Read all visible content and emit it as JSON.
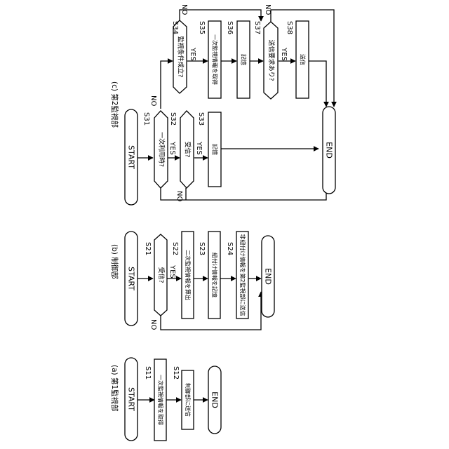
{
  "panel_a": {
    "caption": "(a) 第1監視部",
    "start": "START",
    "end": "END",
    "steps": {
      "s11": {
        "code": "S11",
        "text": "一次監視情報を取得"
      },
      "s12": {
        "code": "S12",
        "text": "制御部に送信"
      }
    }
  },
  "panel_b": {
    "caption": "(b) 制御部",
    "start": "START",
    "end": "END",
    "steps": {
      "s21": {
        "code": "S21",
        "text": "受信?"
      },
      "s22": {
        "code": "S22",
        "text": "二次監視情報を算出"
      },
      "s23": {
        "code": "S23",
        "text": "紐付け情報を記憶"
      },
      "s24": {
        "code": "S24",
        "text": "非紐付け情報を第2監視部に送信"
      }
    },
    "yes": "YES",
    "no": "NO"
  },
  "panel_c": {
    "caption": "(c) 第2監視部",
    "start": "START",
    "end": "END",
    "steps": {
      "s31": {
        "code": "S31",
        "text": "一次利用時?"
      },
      "s32": {
        "code": "S32",
        "text": "受信?"
      },
      "s33": {
        "code": "S33",
        "text": "記憶"
      },
      "s34": {
        "code": "S34",
        "text": "監視条件成立?"
      },
      "s35": {
        "code": "S35",
        "text": "一次監視情報を取得"
      },
      "s36": {
        "code": "S36",
        "text": "記憶"
      },
      "s37": {
        "code": "S37",
        "text": "送信要求あり?"
      },
      "s38": {
        "code": "S38",
        "text": "送信"
      }
    },
    "yes": "YES",
    "no": "NO"
  }
}
